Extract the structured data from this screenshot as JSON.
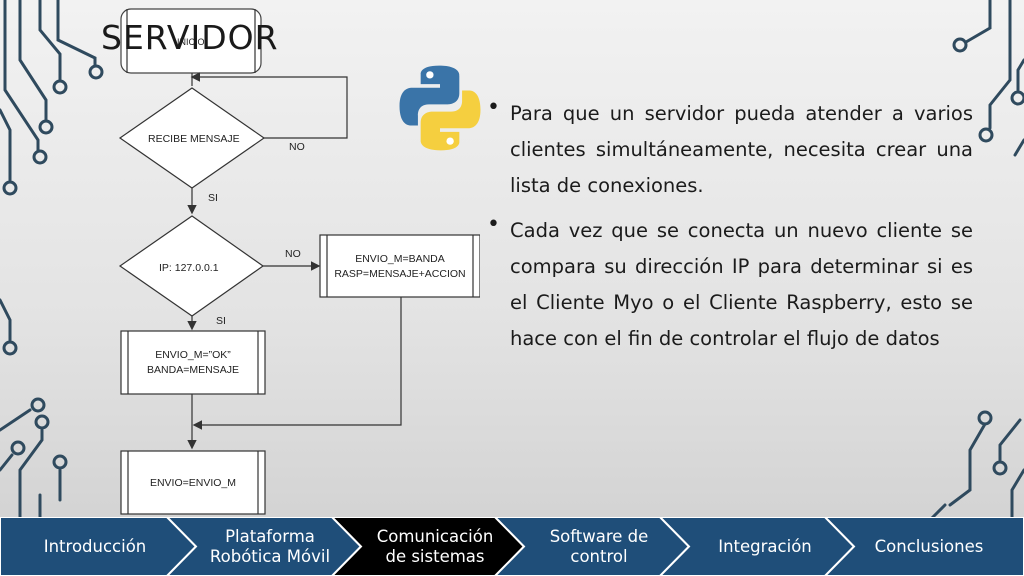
{
  "slide": {
    "title": "SERVIDOR",
    "bullets": [
      "Para que un servidor pueda atender a varios clientes simultáneamente, necesita crear una lista de conexiones.",
      "Cada vez que se conecta un nuevo cliente se compara su dirección IP para determinar si es el Cliente Myo o el Cliente Raspberry, esto se hace con el fin de controlar el flujo de datos"
    ],
    "logo_icon": "python-logo-icon"
  },
  "flowchart": {
    "start": "INICIO",
    "decision1": "RECIBE MENSAJE",
    "decision1_no": "NO",
    "decision1_yes": "SI",
    "decision2": "IP: 127.0.0.1",
    "decision2_no": "NO",
    "decision2_yes": "SI",
    "process_right_line1": "ENVIO_M=BANDA",
    "process_right_line2": "RASP=MENSAJE+ACCION",
    "process_left_line1": "ENVIO_M=”OK”",
    "process_left_line2": "BANDA=MENSAJE",
    "process_final": "ENVIO=ENVIO_M"
  },
  "nav": {
    "items": [
      {
        "label": "Introducción",
        "active": false
      },
      {
        "label": "Plataforma\nRobótica Móvil",
        "active": false
      },
      {
        "label": "Comunicación\nde sistemas",
        "active": true
      },
      {
        "label": "Software de\ncontrol",
        "active": false
      },
      {
        "label": "Integración",
        "active": false
      },
      {
        "label": "Conclusiones",
        "active": false
      }
    ],
    "colors": {
      "base": "#1f4e79",
      "active": "#000000",
      "separator": "#ffffff"
    }
  },
  "colors": {
    "circuit": "#2f4a5e",
    "python_blue": "#3a74a8",
    "python_yellow": "#f5cf3f"
  }
}
